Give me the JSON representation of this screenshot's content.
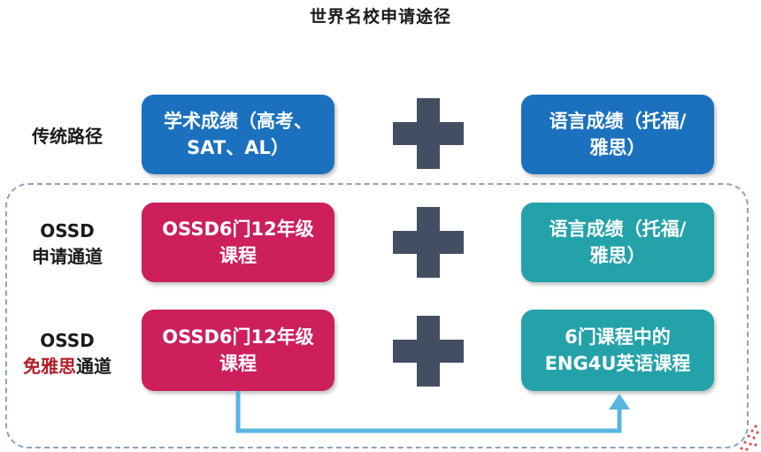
{
  "title": "世界名校申请途径",
  "rows": [
    {
      "label_line1": "传统路径",
      "left_box": "学术成绩（高考、\nSAT、AL）",
      "right_box": "语言成绩（托福/\n雅思）"
    },
    {
      "label_line1": "OSSD",
      "label_line2": "申请通道",
      "left_box": "OSSD6门12年级\n课程",
      "right_box": "语言成绩（托福/\n雅思）"
    },
    {
      "label_line1": "OSSD",
      "label_line2_red": "免雅思",
      "label_line2_rest": "通道",
      "left_box": "OSSD6门12年级\n课程",
      "right_box": "6门课程中的\nENG4U英语课程"
    }
  ],
  "colors": {
    "blue": "#1b71bd",
    "pink": "#cc1f5c",
    "teal": "#23a2a9",
    "plus": "#434e63",
    "arrow": "#5ab4e0",
    "highlight_red": "#b2202a"
  },
  "icons": [
    "plus-icon",
    "arrow-connector"
  ]
}
